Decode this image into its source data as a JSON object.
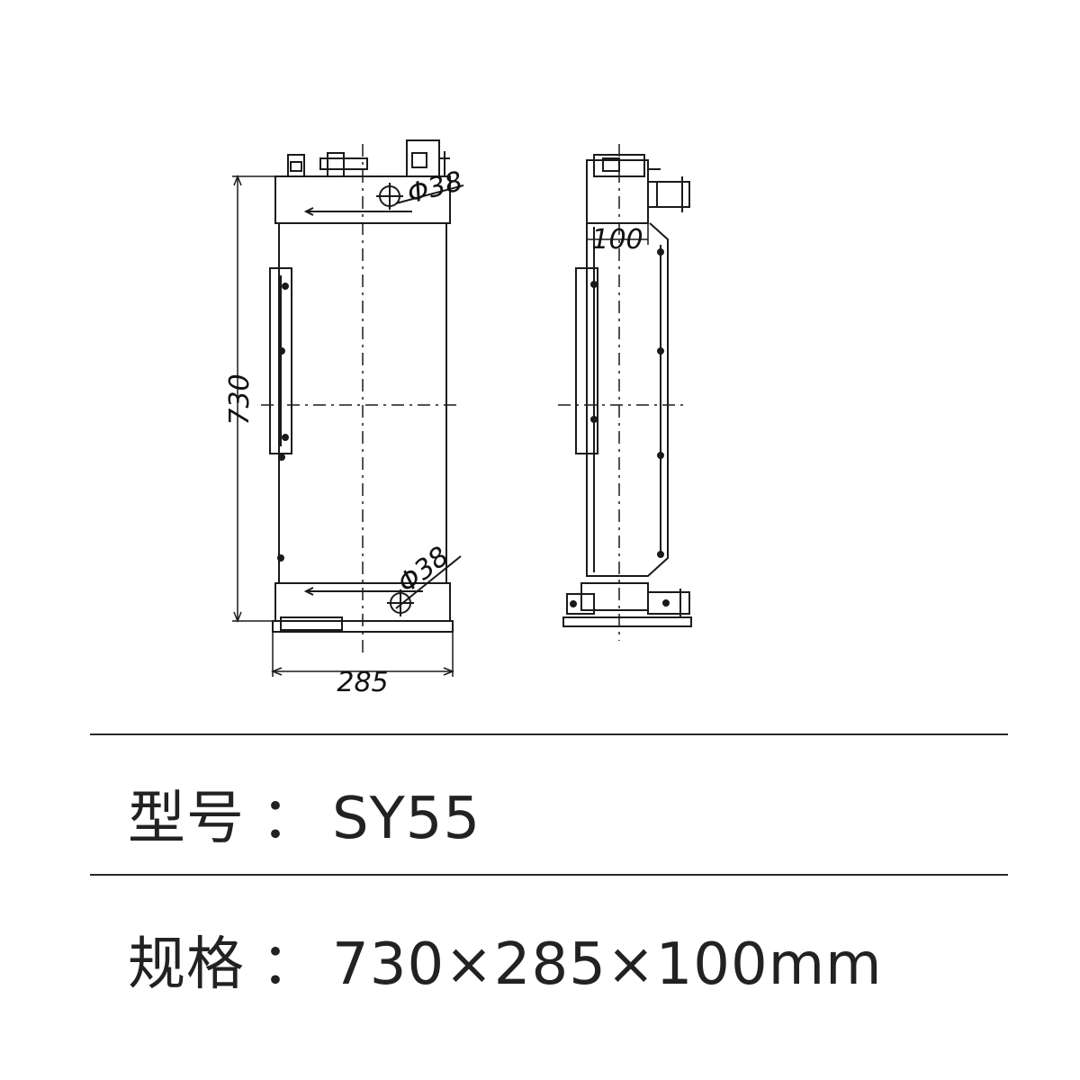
{
  "drawing": {
    "front_view": {
      "height_dim": "730",
      "width_dim": "285",
      "port_top": "Φ38",
      "port_bottom": "Φ38"
    },
    "side_view": {
      "depth_dim": "100"
    }
  },
  "specs": {
    "model_label": "型号",
    "model_value": "SY55",
    "size_label": "规格",
    "size_value": "730×285×100mm",
    "separator": "："
  }
}
